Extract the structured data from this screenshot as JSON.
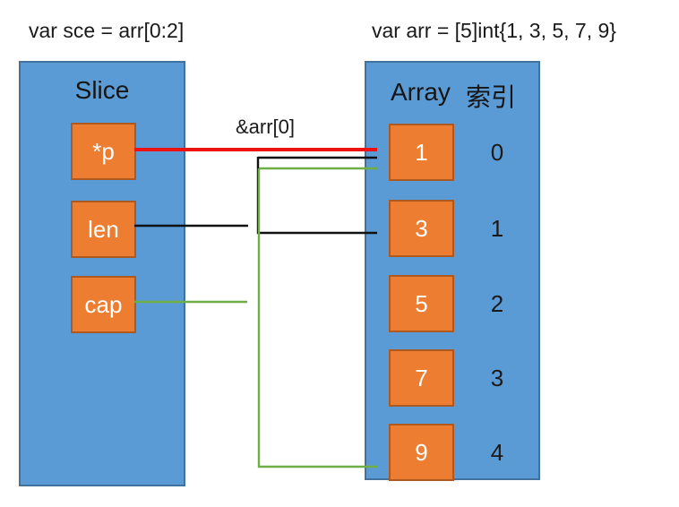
{
  "titles": {
    "slice_decl": "var sce = arr[0:2]",
    "array_decl": "var arr = [5]int{1, 3, 5, 7, 9}",
    "pointer_label": "&arr[0]"
  },
  "slice_panel": {
    "title": "Slice",
    "fields": [
      {
        "label": "*p"
      },
      {
        "label": "len"
      },
      {
        "label": "cap"
      }
    ]
  },
  "array_panel": {
    "title": "Array",
    "index_title": "索引",
    "elements": [
      {
        "value": "1",
        "index": "0"
      },
      {
        "value": "3",
        "index": "1"
      },
      {
        "value": "5",
        "index": "2"
      },
      {
        "value": "7",
        "index": "3"
      },
      {
        "value": "9",
        "index": "4"
      }
    ]
  },
  "colors": {
    "panel_fill": "#5B9BD5",
    "panel_border": "#41719C",
    "box_fill": "#ED7D31",
    "box_border": "#AC5A21",
    "arrow_red": "#EE1111",
    "arrow_black": "#111111",
    "arrow_green": "#6FAE44"
  }
}
